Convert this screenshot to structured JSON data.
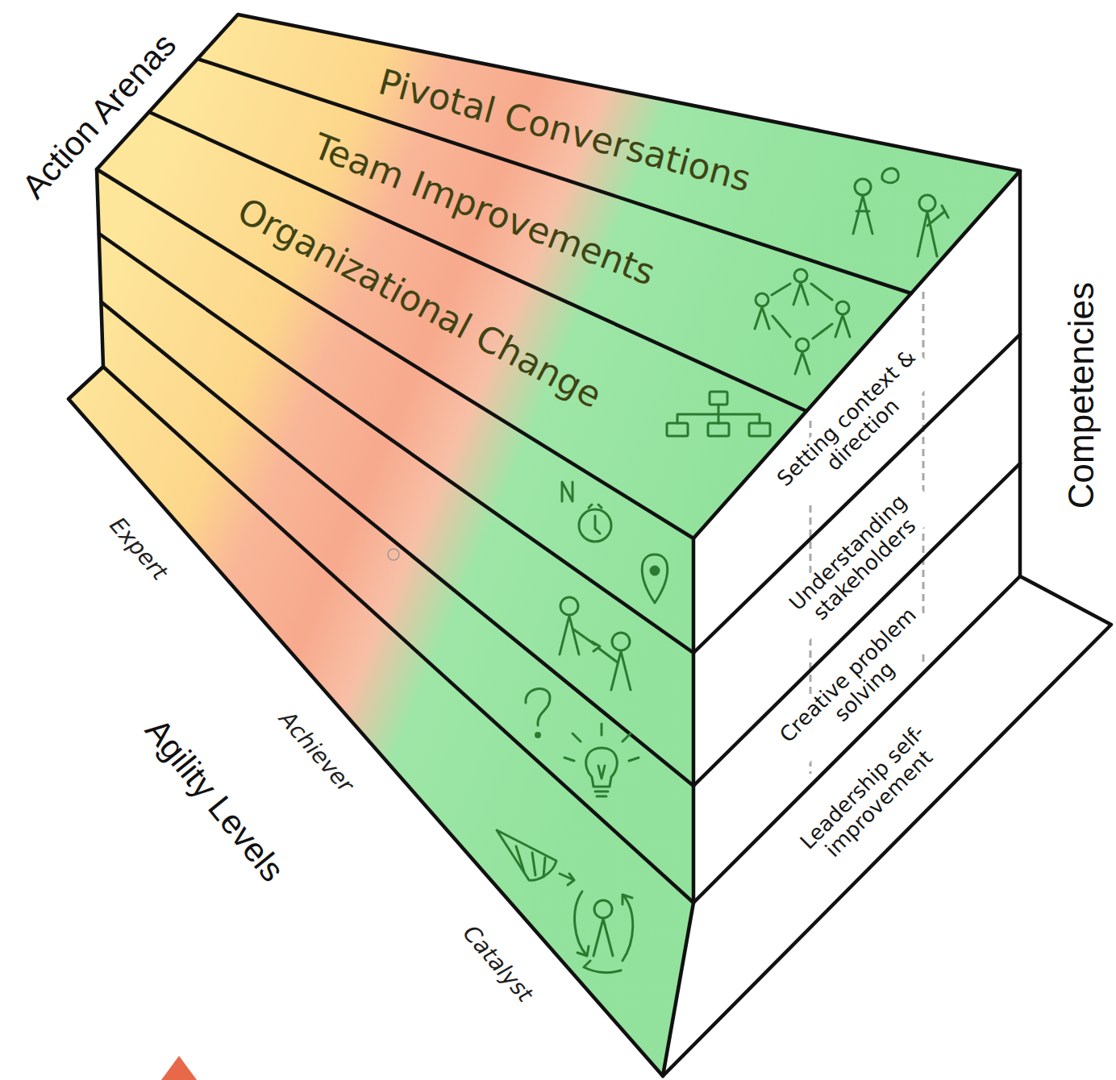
{
  "diagram": {
    "labels": [
      "Action Arenas",
      "Pivotal Conversations",
      "Team Improvements",
      "Organizational Change",
      "Competencies",
      "Setting context & direction",
      "Understanding stakeholders",
      "Creative problem solving",
      "Leadership self-improvement",
      "Expert",
      "Achiever",
      "Agility Levels",
      "Catalyst"
    ]
  }
}
